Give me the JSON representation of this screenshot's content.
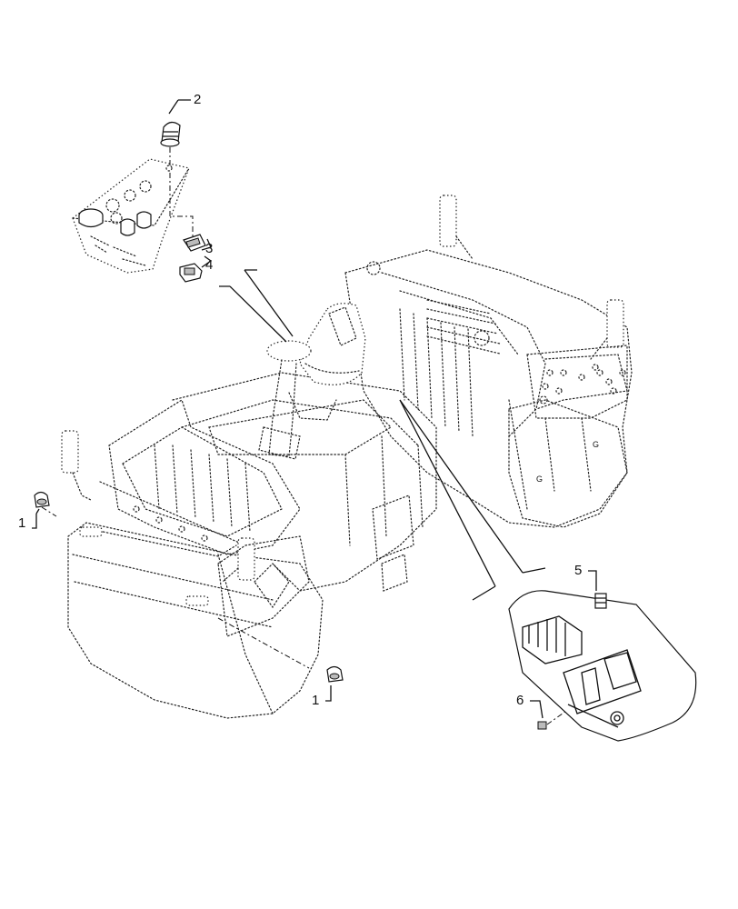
{
  "callouts": [
    {
      "label": "1"
    },
    {
      "label": "1"
    },
    {
      "label": "2"
    },
    {
      "label": "3"
    },
    {
      "label": "4"
    },
    {
      "label": "5"
    },
    {
      "label": "6"
    }
  ]
}
